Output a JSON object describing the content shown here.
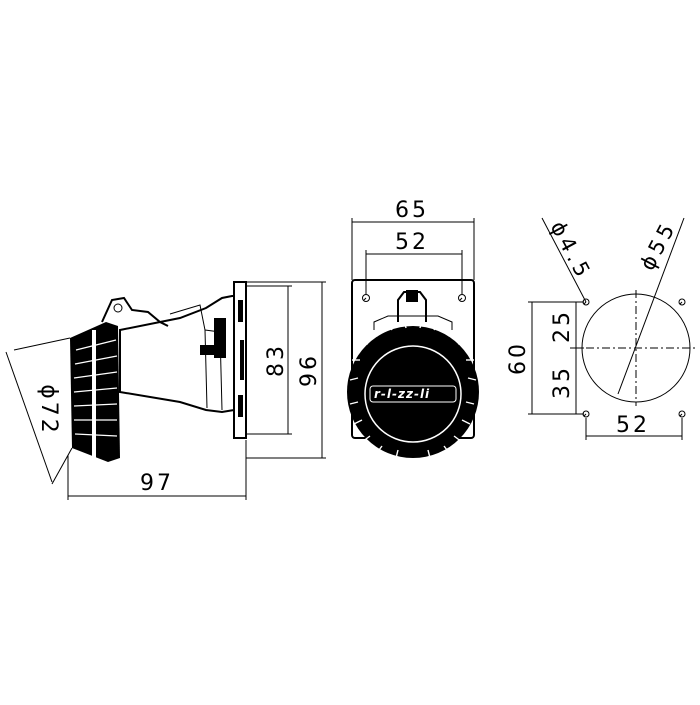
{
  "side_view": {
    "width": "97",
    "height_outer": "96",
    "height_inner": "83",
    "diameter": "ϕ72"
  },
  "front_view": {
    "width_outer": "65",
    "width_inner": "52",
    "logo": "r-l-zz-li"
  },
  "mounting": {
    "hole_diameter": "ϕ4.5",
    "cutout_diameter": "ϕ55",
    "height_total": "60",
    "upper_offset": "25",
    "lower_offset": "35",
    "hole_spacing": "52"
  }
}
